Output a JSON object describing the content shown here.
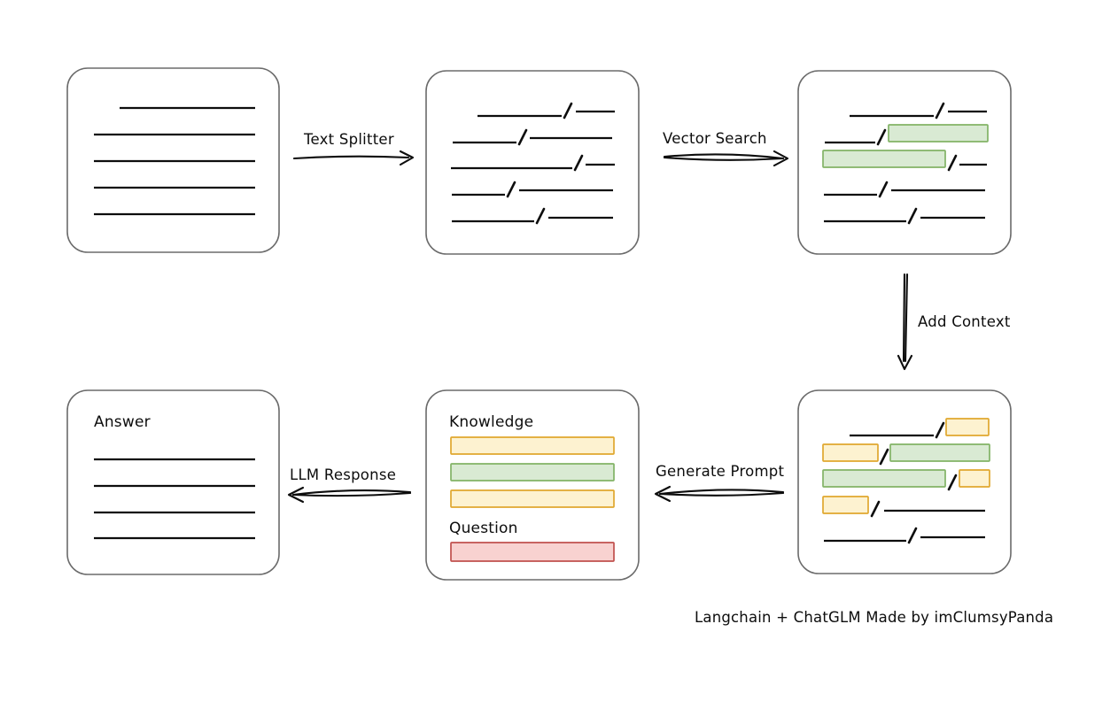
{
  "diagram": {
    "title_note": "Langchain + ChatGLM Made by imClumsyPanda",
    "colors": {
      "stroke": "#0d0d0d",
      "card_border": "#6b6b6b",
      "green_fill": "#d9ead3",
      "green_border": "#82b366",
      "yellow_fill": "#fdf2d0",
      "yellow_border": "#e0a72e",
      "red_fill": "#f8d2d0",
      "red_border": "#c0504d",
      "background": "#ffffff"
    },
    "nodes": {
      "source_document": {
        "label": "",
        "kind": "document-card",
        "lines": 5
      },
      "split_chunks": {
        "label": "",
        "kind": "document-card",
        "lines": 5
      },
      "matched_chunks": {
        "label": "",
        "kind": "document-card",
        "lines": 5,
        "highlights": "green"
      },
      "context_chunks": {
        "label": "",
        "kind": "document-card",
        "lines": 5,
        "highlights": "green+yellow"
      },
      "prompt_card": {
        "knowledge_label": "Knowledge",
        "question_label": "Question",
        "knowledge_bars": [
          "yellow",
          "green",
          "yellow"
        ],
        "question_bars": [
          "red"
        ]
      },
      "answer_card": {
        "label": "Answer",
        "lines": 4
      }
    },
    "edges": [
      {
        "name": "text-splitter",
        "label": "Text Splitter",
        "direction": "right"
      },
      {
        "name": "vector-search",
        "label": "Vector Search",
        "direction": "right"
      },
      {
        "name": "add-context",
        "label": "Add Context",
        "direction": "down"
      },
      {
        "name": "generate-prompt",
        "label": "Generate Prompt",
        "direction": "left"
      },
      {
        "name": "llm-response",
        "label": "LLM Response",
        "direction": "left"
      }
    ]
  }
}
